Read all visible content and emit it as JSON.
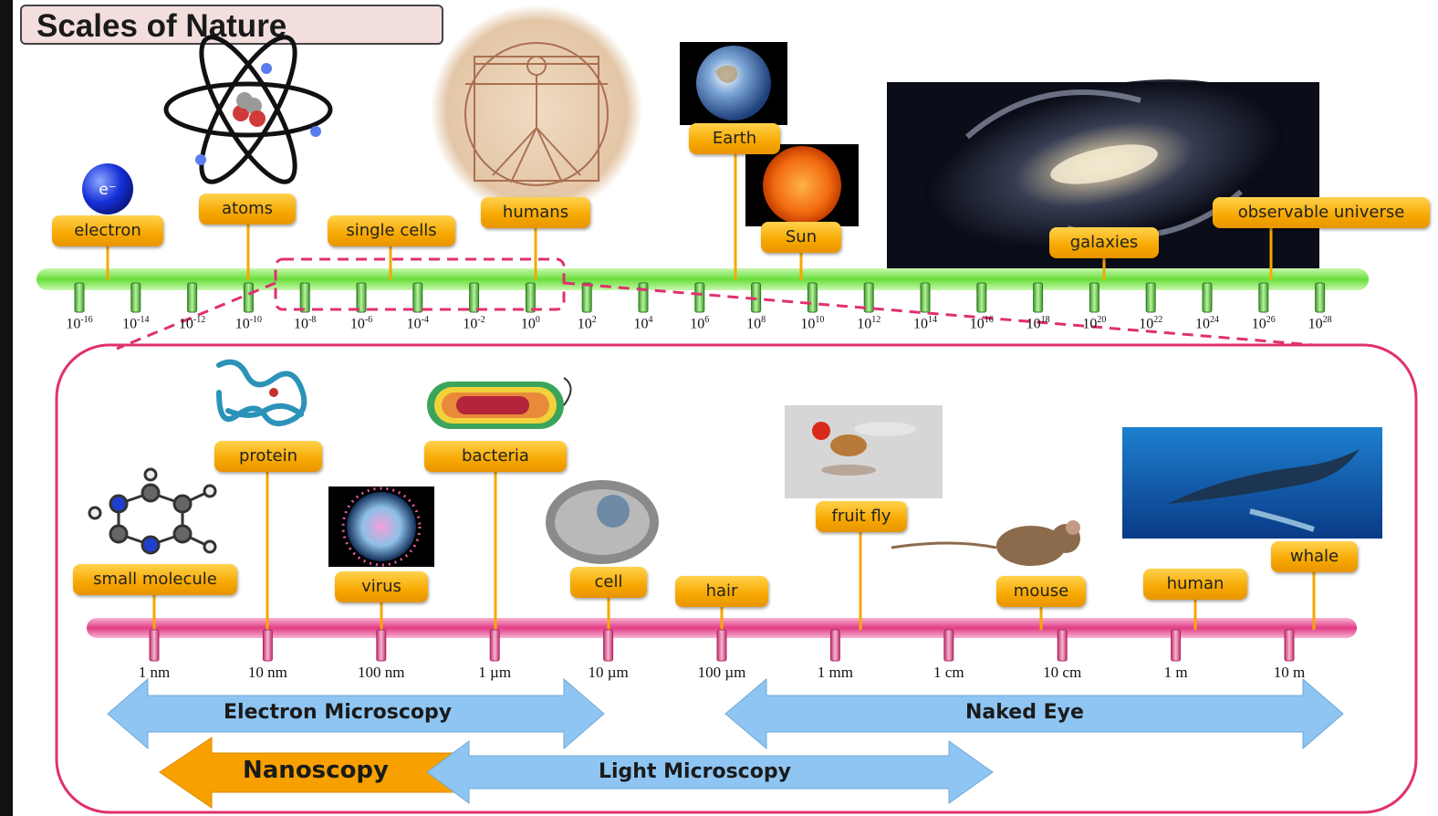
{
  "title": "Scales of Nature",
  "top_scale": {
    "exponents": [
      "-16",
      "-14",
      "-12",
      "-10",
      "-8",
      "-6",
      "-4",
      "-2",
      "0",
      "2",
      "4",
      "6",
      "8",
      "10",
      "12",
      "14",
      "16",
      "18",
      "20",
      "22",
      "24",
      "26",
      "28"
    ],
    "base": "10",
    "labels": [
      "electron",
      "atoms",
      "single cells",
      "humans",
      "Earth",
      "Sun",
      "galaxies",
      "observable universe"
    ],
    "electron_symbol": "e⁻"
  },
  "bottom_scale": {
    "ticks": [
      "1 nm",
      "10 nm",
      "100 nm",
      "1 µm",
      "10 µm",
      "100 µm",
      "1 mm",
      "1 cm",
      "10 cm",
      "1 m",
      "10 m"
    ],
    "labels": [
      "small molecule",
      "protein",
      "virus",
      "bacteria",
      "cell",
      "hair",
      "fruit fly",
      "mouse",
      "human",
      "whale"
    ]
  },
  "ranges": {
    "electron_microscopy": "Electron Microscopy",
    "naked_eye": "Naked Eye",
    "nanoscopy": "Nanoscopy",
    "light_microscopy": "Light Microscopy"
  },
  "colors": {
    "top_axis": "#7de84a",
    "bottom_axis": "#e8428c",
    "label_fill": "#f7a800",
    "frame": "#e0306f",
    "range_arrow": "#8ec5f2",
    "nanoscopy_arrow": "#f7a000"
  }
}
